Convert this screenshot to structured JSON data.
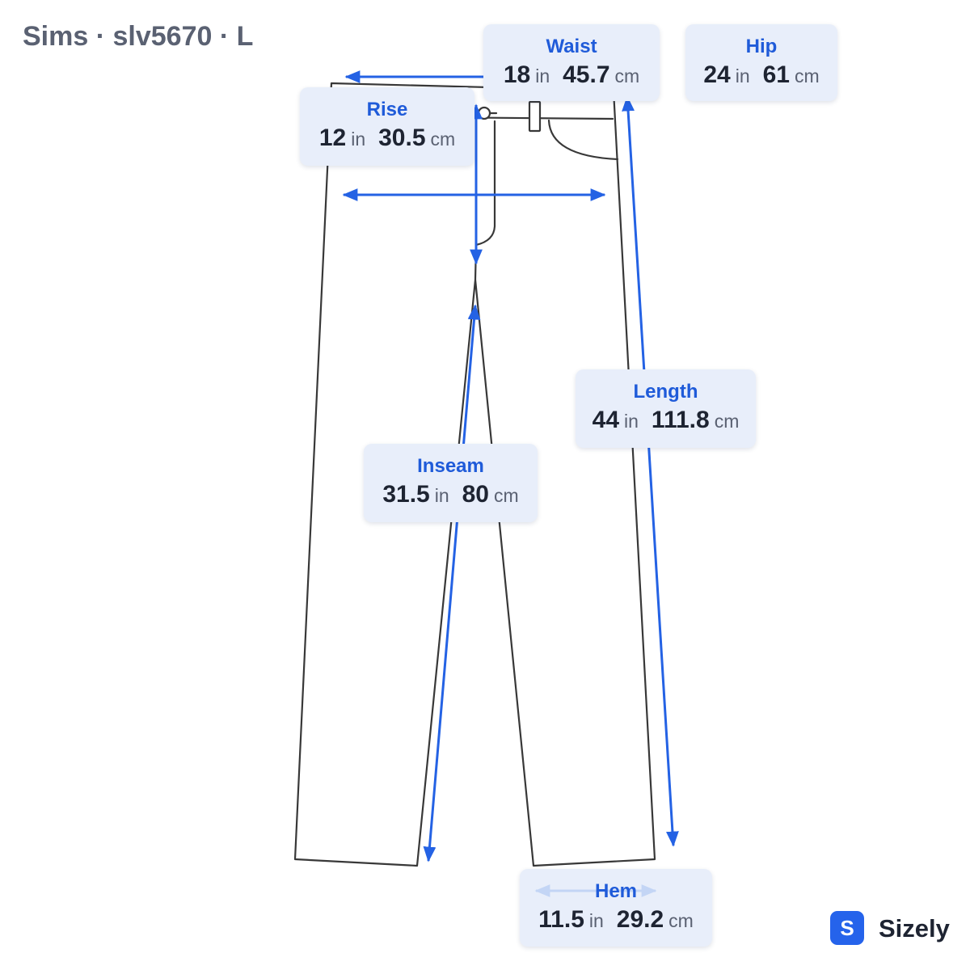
{
  "header": {
    "title": "Sims · slv5670 · L"
  },
  "units": {
    "imperial": "in",
    "metric": "cm"
  },
  "measurements": {
    "waist": {
      "label": "Waist",
      "in": 18,
      "cm": 45.7
    },
    "hip": {
      "label": "Hip",
      "in": 24,
      "cm": 61
    },
    "rise": {
      "label": "Rise",
      "in": 12,
      "cm": 30.5
    },
    "length": {
      "label": "Length",
      "in": 44,
      "cm": 111.8
    },
    "inseam": {
      "label": "Inseam",
      "in": 31.5,
      "cm": 80
    },
    "hem": {
      "label": "Hem",
      "in": 11.5,
      "cm": 29.2
    }
  },
  "brand": {
    "logo_letter": "S",
    "name": "Sizely"
  },
  "colors": {
    "accent": "#1f5bd9",
    "arrow": "#2462e4",
    "arrow_faint": "#c3d5f5",
    "box_bg": "#e8eefa",
    "ink": "#1e2432",
    "muted": "#5a6172",
    "outline": "#383838",
    "brand": "#2563eb"
  }
}
